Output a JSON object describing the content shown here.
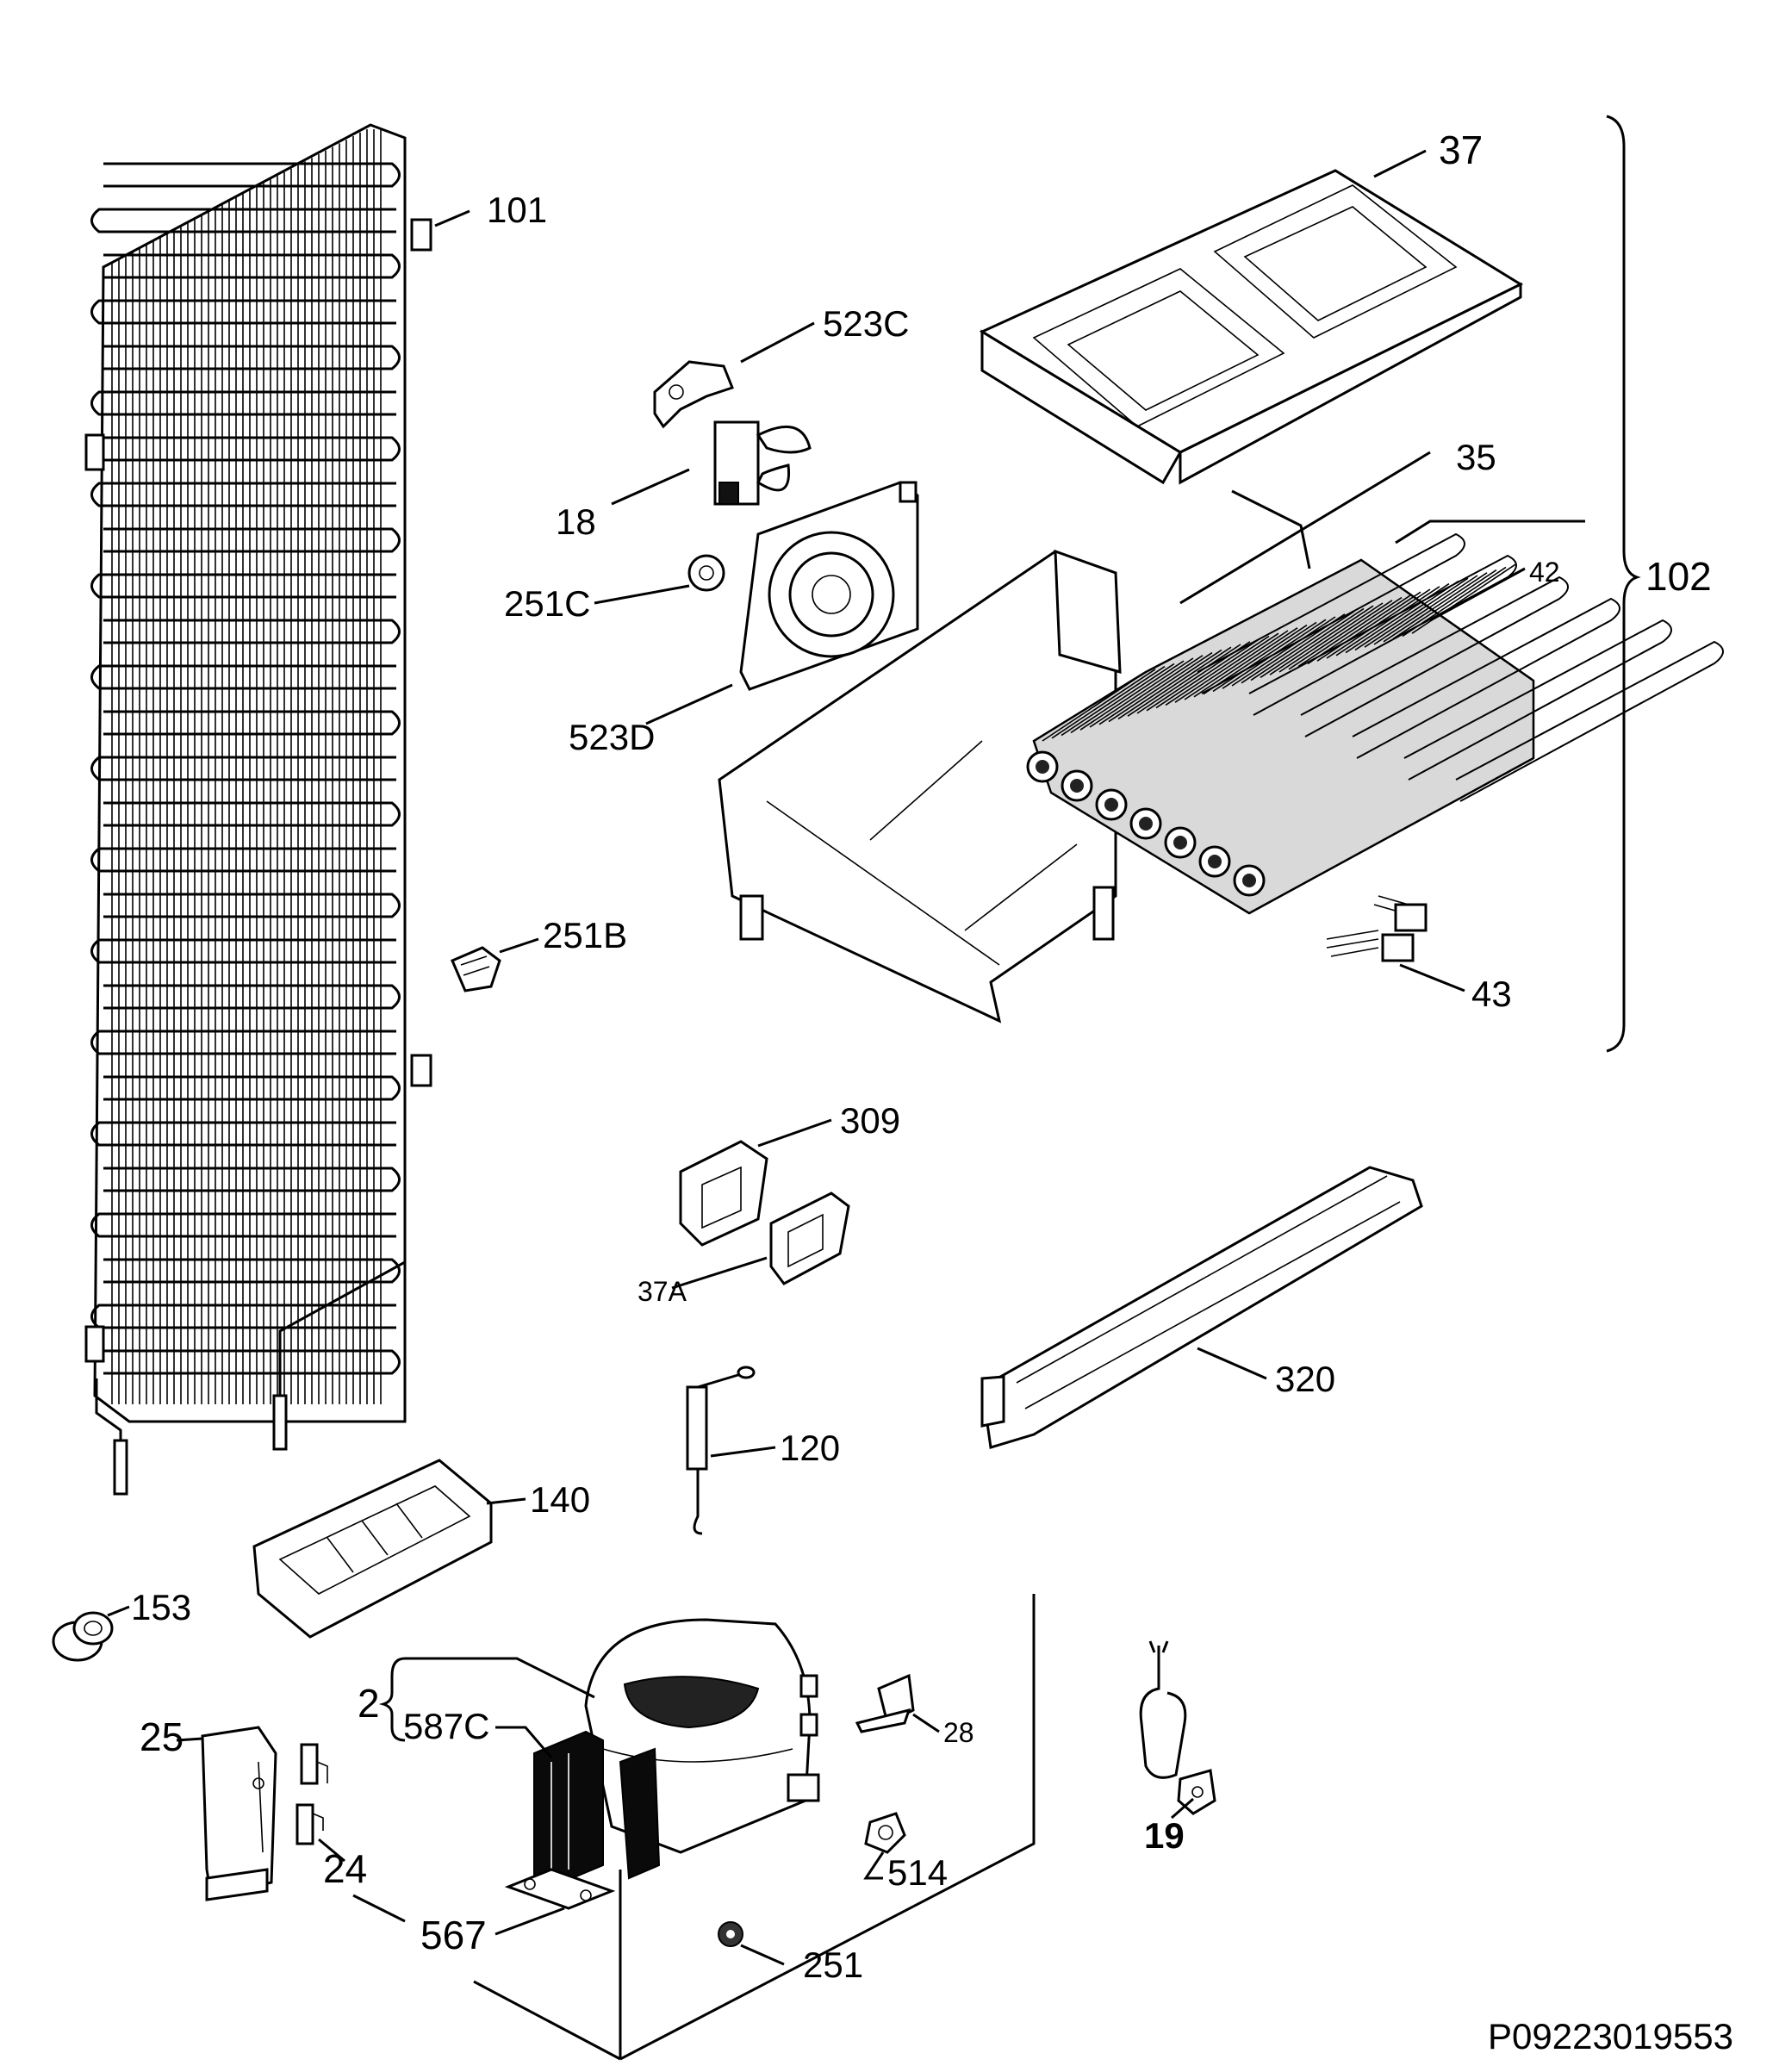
{
  "diagram": {
    "reference_code": "P09223019553",
    "labels": {
      "p101": "101",
      "p37": "37",
      "p523c": "523C",
      "p18": "18",
      "p251c": "251C",
      "p523d": "523D",
      "p35": "35",
      "p42": "42",
      "p102": "102",
      "p251b": "251B",
      "p43": "43",
      "p309": "309",
      "p37a": "37A",
      "p320": "320",
      "p120": "120",
      "p140": "140",
      "p153": "153",
      "p2": "2",
      "p587c": "587C",
      "p28": "28",
      "p25": "25",
      "p24": "24",
      "p514": "514",
      "p19": "19",
      "p567": "567",
      "p251": "251"
    }
  }
}
